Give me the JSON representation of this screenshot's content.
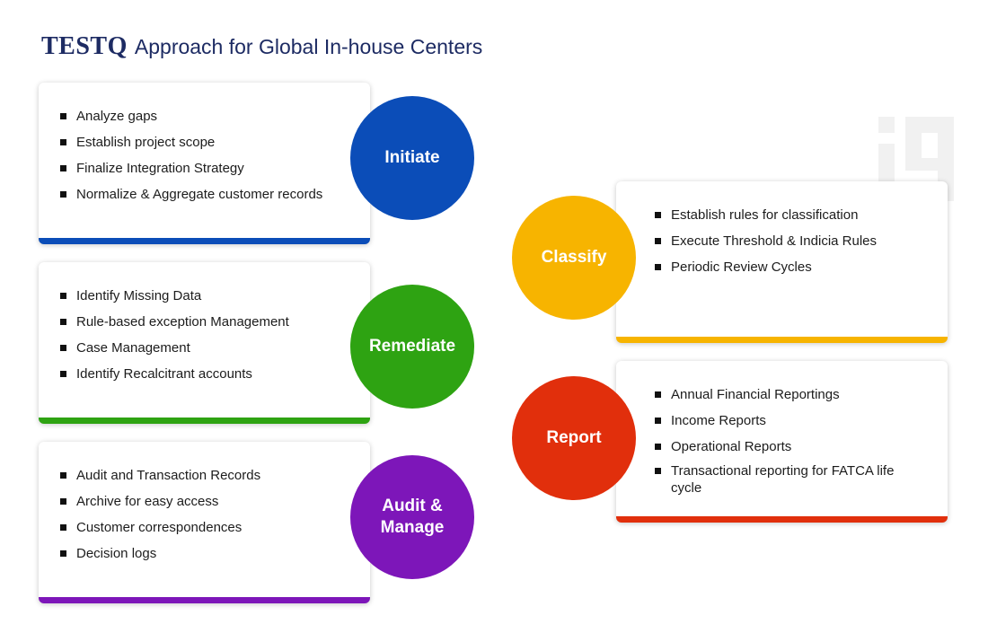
{
  "title": {
    "brand": "TESTQ",
    "rest": "Approach for Global In-house Centers"
  },
  "steps": {
    "initiate": {
      "label": "Initiate",
      "color": "#0b4db8",
      "items": [
        "Analyze gaps",
        "Establish project scope",
        "Finalize Integration Strategy",
        "Normalize & Aggregate customer records"
      ]
    },
    "remediate": {
      "label": "Remediate",
      "color": "#2ea312",
      "items": [
        "Identify Missing Data",
        "Rule-based exception Management",
        "Case Management",
        "Identify Recalcitrant accounts"
      ]
    },
    "audit": {
      "label": "Audit &\nManage",
      "color": "#7d16b9",
      "items": [
        "Audit and Transaction Records",
        "Archive for easy access",
        "Customer correspondences",
        "Decision logs"
      ]
    },
    "classify": {
      "label": "Classify",
      "color": "#f7b400",
      "items": [
        "Establish rules for classification",
        "Execute Threshold & Indicia Rules",
        "Periodic Review Cycles"
      ]
    },
    "report": {
      "label": "Report",
      "color": "#e12f0c",
      "items": [
        "Annual Financial Reportings",
        "Income Reports",
        "Operational Reports",
        "Transactional reporting for FATCA life cycle"
      ]
    }
  }
}
